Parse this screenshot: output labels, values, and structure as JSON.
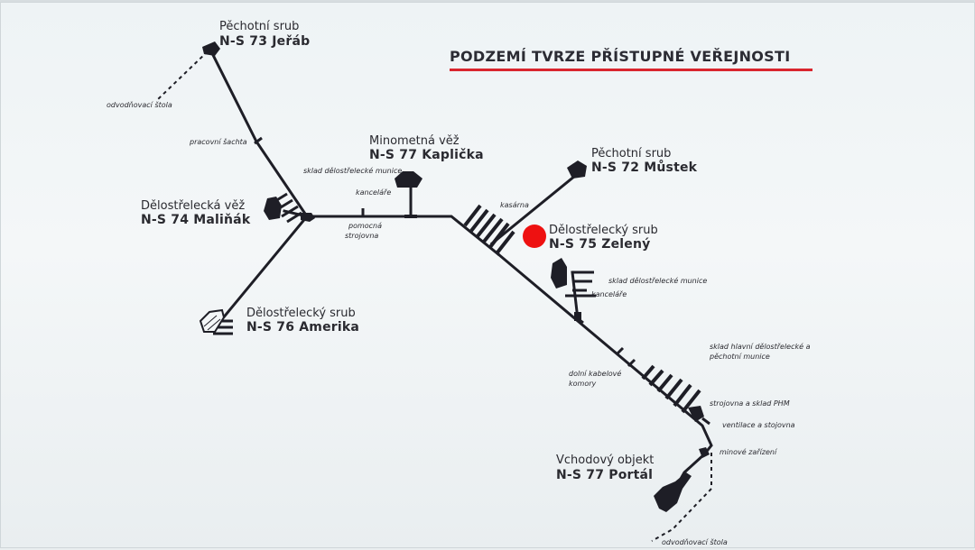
{
  "title": "PODZEMÍ TVRZE PŘÍSTUPNÉ VEŘEJNOSTI",
  "colors": {
    "title_underline": "#d9252e",
    "marker": "#ee1111",
    "lines": "#1e1e26",
    "board": "#f1f5f6"
  },
  "objects": {
    "jerab": {
      "type": "Pěchotní srub",
      "name": "N-S 73 Jeřáb"
    },
    "kaplicka": {
      "type": "Minometná věž",
      "name": "N-S 77 Kaplička"
    },
    "mustek": {
      "type": "Pěchotní srub",
      "name": "N-S 72 Můstek"
    },
    "malinak": {
      "type": "Dělostřelecká věž",
      "name": "N-S 74 Maliňák"
    },
    "zeleny": {
      "type": "Dělostřelecký srub",
      "name": "N-S 75 Zelený"
    },
    "amerika": {
      "type": "Dělostřelecký srub",
      "name": "N-S 76 Amerika"
    },
    "portal": {
      "type": "Vchodový objekt",
      "name": "N-S 77 Portál"
    }
  },
  "labels": {
    "odvodnovaci_stola_top": "odvodňovací štola",
    "pracovni_sachta": "pracovní šachta",
    "sklad_munice_1": "sklad dělostřelecké munice",
    "kancelare_1": "kanceláře",
    "pomocna_strojovna_1": "pomocná",
    "pomocna_strojovna_2": "strojovna",
    "kasarna": "kasárna",
    "sklad_munice_2": "sklad dělostřelecké munice",
    "kancelare_2": "kanceláře",
    "sklad_hlavni_1": "sklad hlavní dělostřelecké a",
    "sklad_hlavni_2": "pěchotní munice",
    "dolni_kabelove_1": "dolní kabelové",
    "dolni_kabelove_2": "komory",
    "strojovna_phm": "strojovna a sklad PHM",
    "ventilace": "ventilace a stojovna",
    "minove_zarizeni": "minové zařízení",
    "odvodnovaci_stola_bottom": "odvodňovací štola"
  }
}
